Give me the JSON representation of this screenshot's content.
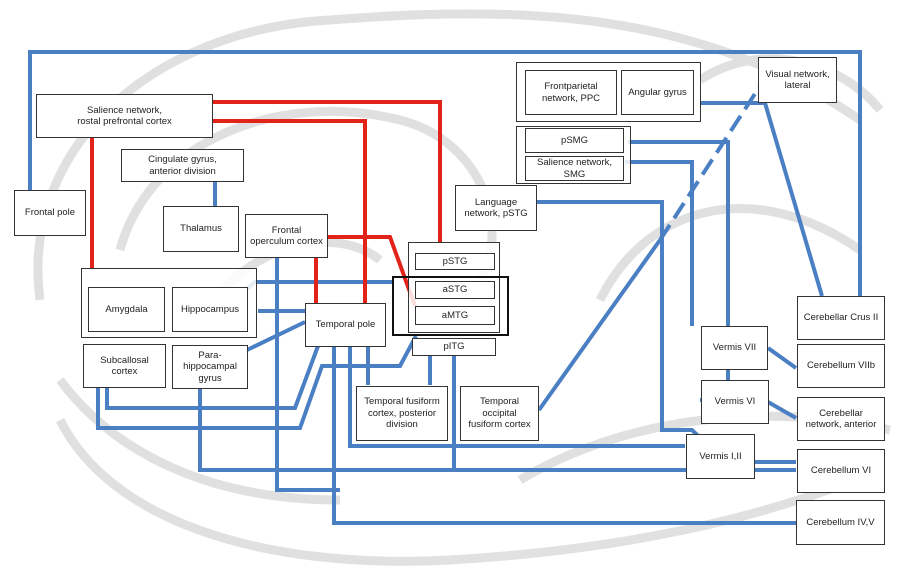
{
  "colors": {
    "blue": "#4a7fc4",
    "red": "#e2231a",
    "box_border": "#333333",
    "background_sketch": "#c8c8c8"
  },
  "nodes": {
    "salience_rpfc": "Salience network,\nrostal prefrontal cortex",
    "cingulate": "Cingulate gyrus,\nanterior division",
    "frontal_pole": "Frontal pole",
    "thalamus": "Thalamus",
    "frontal_operculum": "Frontal\noperculum cortex",
    "amygdala": "Amygdala",
    "hippocampus": "Hippocampus",
    "subcallosal": "Subcallosal\ncortex",
    "parahippocampal": "Para-\nhippocampal\ngyrus",
    "temporal_pole": "Temporal pole",
    "pstg": "pSTG",
    "astg": "aSTG",
    "amtg": "aMTG",
    "pitg": "pITG",
    "temporal_fusiform": "Temporal fusiform\ncortex, posterior\ndivision",
    "temporal_occipital": "Temporal\noccipital\nfusiform cortex",
    "language_pstg": "Language\nnetwork, pSTG",
    "frontoparietal": "Frontparietal\nnetwork, PPC",
    "angular": "Angular gyrus",
    "psmg": "pSMG",
    "salience_smg": "Salience network,\nSMG",
    "visual_lateral": "Visual network,\nlateral",
    "vermis_vii": "Vermis VII",
    "vermis_vi": "Vermis VI",
    "vermis_i_ii": "Vermis I,II",
    "cerebellar_crus_ii": "Cerebellar Crus II",
    "cerebellum_viib": "Cerebellum VIIb",
    "cerebellar_anterior": "Cerebellar\nnetwork, anterior",
    "cerebellum_vi": "Cerebellum VI",
    "cerebellum_iv_v": "Cerebellum IV,V"
  }
}
